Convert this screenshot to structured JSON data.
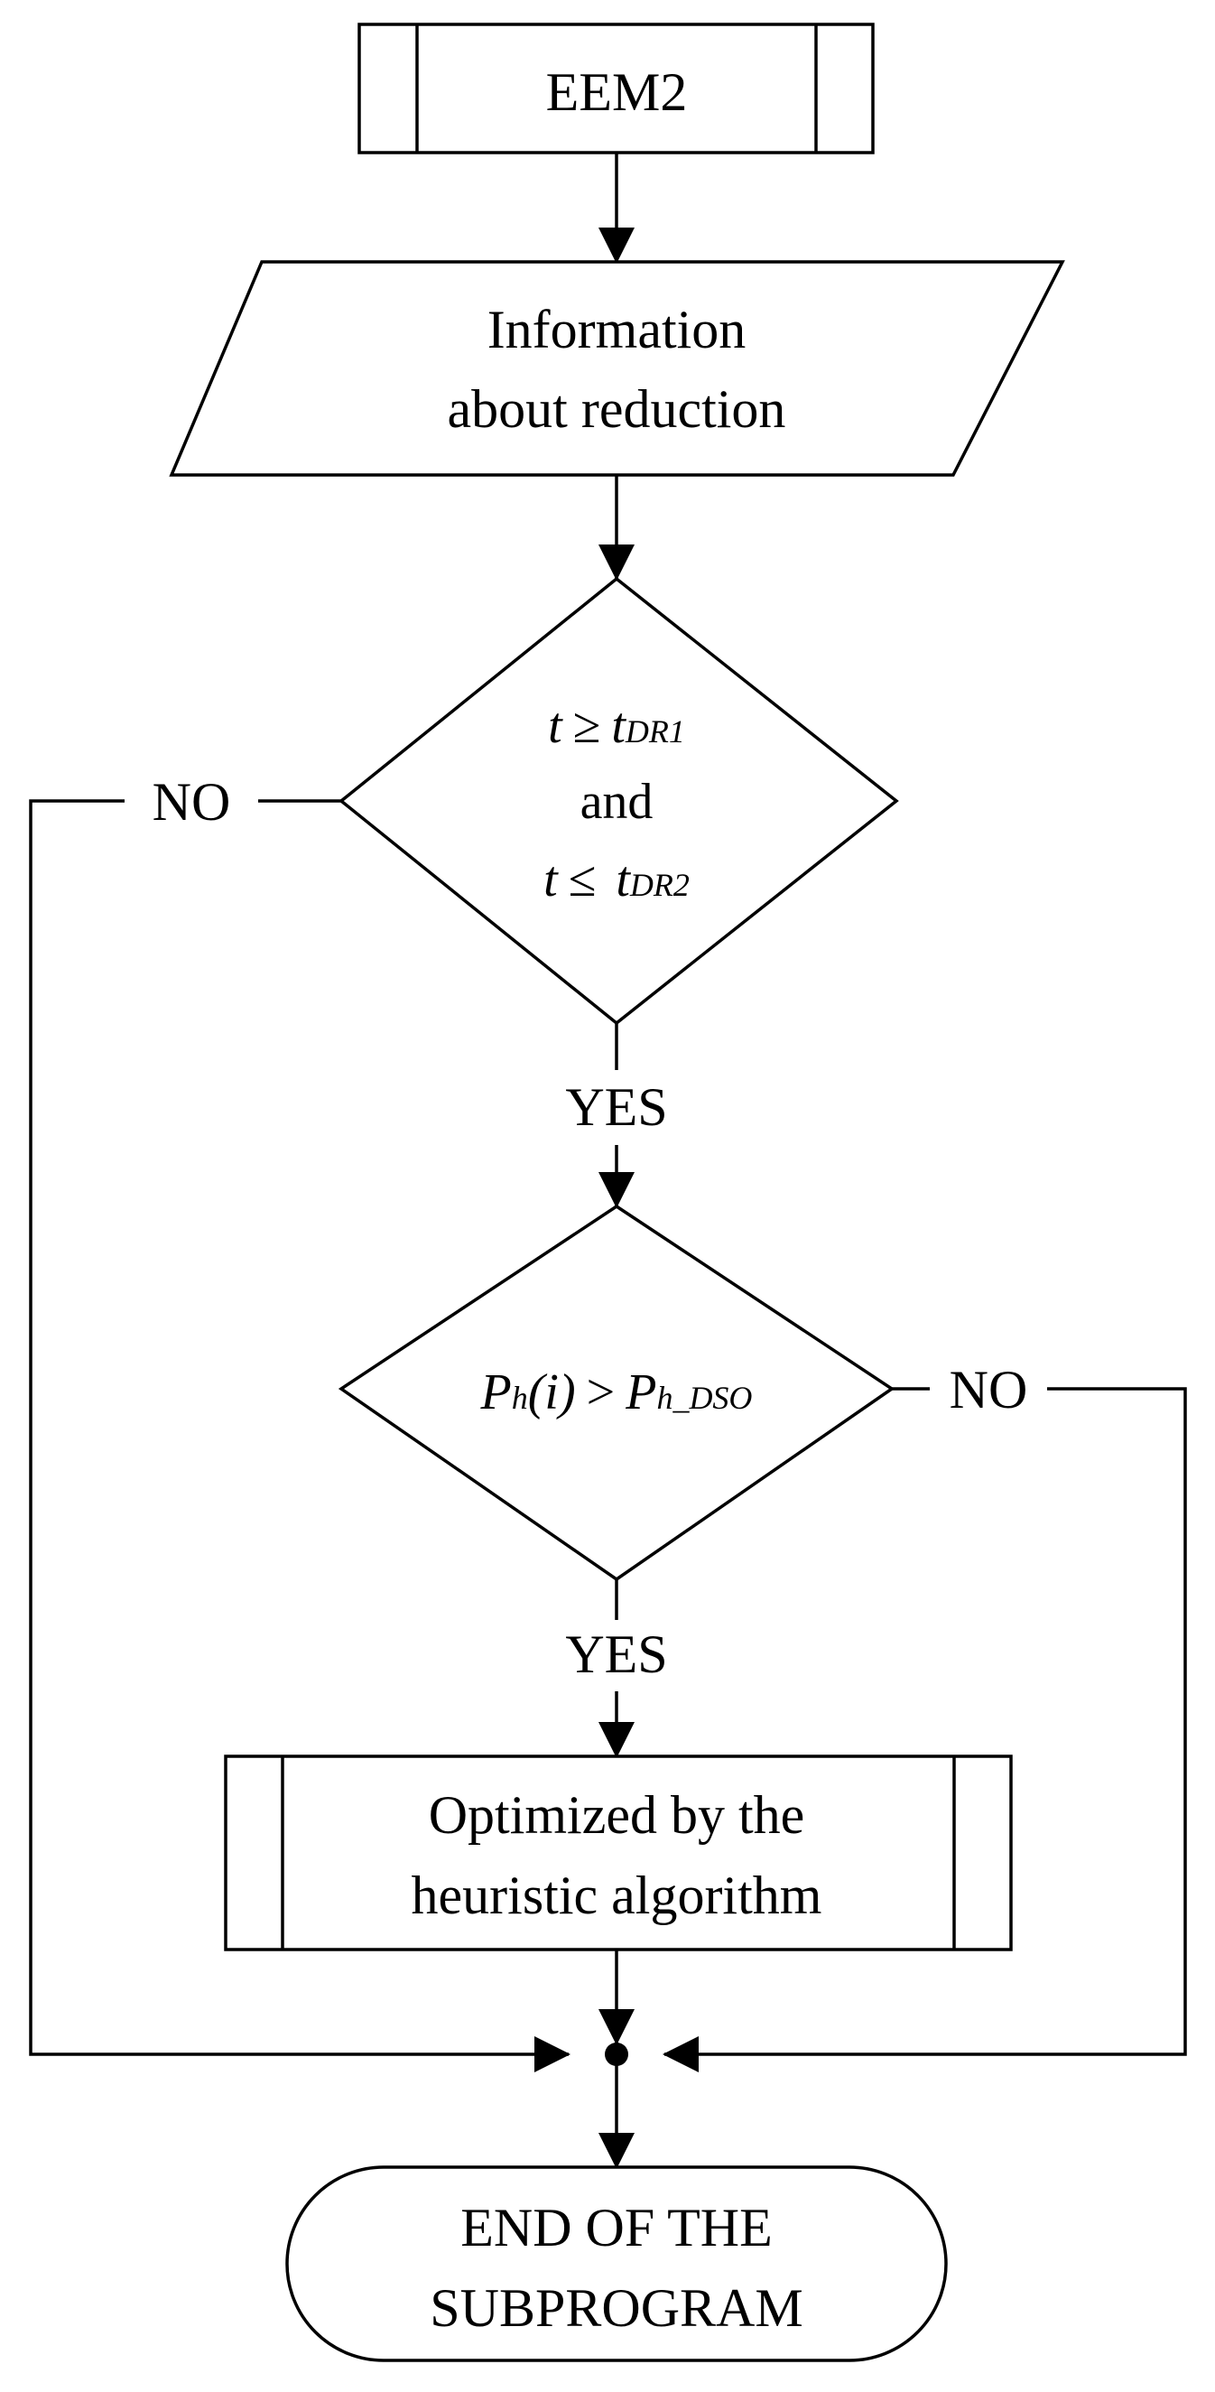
{
  "start": {
    "label": "EEM2"
  },
  "input": {
    "line1": "Information",
    "line2": "about reduction"
  },
  "decision1": {
    "c1_var": "t",
    "c1_op": "≥",
    "c1_sym": "t",
    "c1_sub": "DR1",
    "joiner": "and",
    "c2_var": "t",
    "c2_op": "≤",
    "c2_sym": "t",
    "c2_sub": "DR2",
    "no_label": "NO",
    "yes_label": "YES"
  },
  "decision2": {
    "lhs_sym": "P",
    "lhs_sub": "h",
    "lhs_arg": "(i)",
    "op": ">",
    "rhs_sym": "P",
    "rhs_sub": "h_DSO",
    "no_label": "NO",
    "yes_label": "YES"
  },
  "process": {
    "line1": "Optimized by the",
    "line2": "heuristic algorithm"
  },
  "end": {
    "line1": "END OF THE",
    "line2": "SUBPROGRAM"
  }
}
